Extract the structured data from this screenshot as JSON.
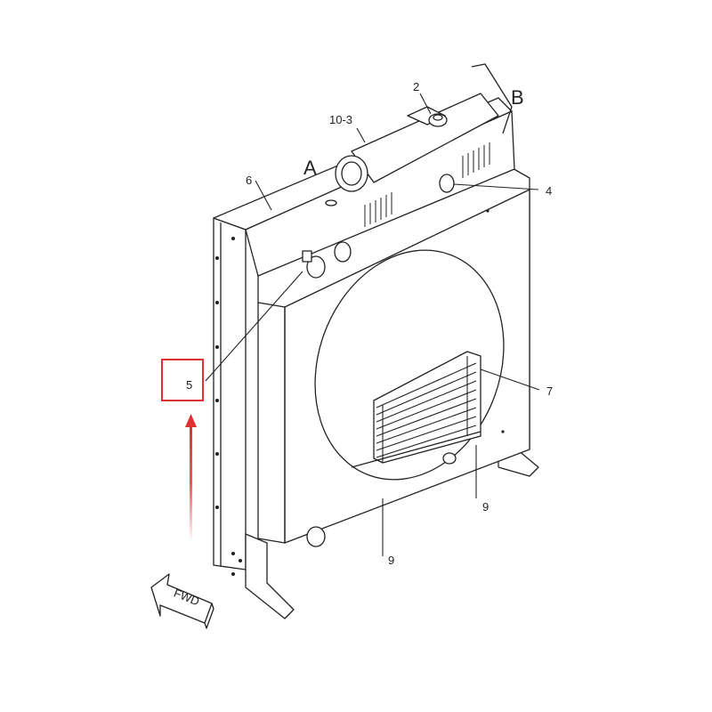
{
  "callouts": {
    "part_2": "2",
    "part_10_3": "10-3",
    "view_a": "A",
    "view_b": "B",
    "part_6": "6",
    "part_4": "4",
    "part_5": "5",
    "part_7": "7",
    "part_9_right": "9",
    "part_9_bottom": "9"
  },
  "direction_indicator": "FWD",
  "highlight": {
    "target_callout": "5",
    "color": "#e03030"
  }
}
